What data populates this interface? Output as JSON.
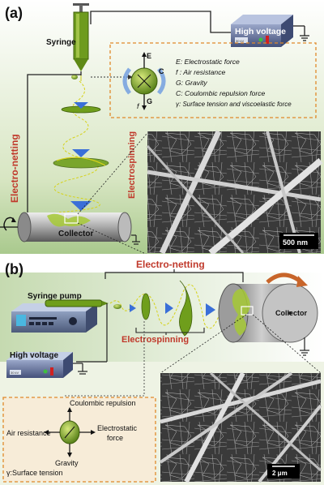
{
  "panel_a": {
    "tag": "(a)",
    "syringe": "Syringe",
    "high_voltage": "High voltage",
    "hv_device_text": "30 kV",
    "side_label_netting": "Electro-netting",
    "side_label_spinning": "Electrospinning",
    "collector": "Collector",
    "force_letters": {
      "e": "E",
      "c": "C",
      "g": "G",
      "f": "f"
    },
    "legend": [
      "E: Electrostatic force",
      "f : Air resistance",
      "G: Gravity",
      "C: Coulombic repulsion force",
      "γ: Surface tension and viscoelastic force"
    ],
    "scale_bar": "500 nm"
  },
  "panel_b": {
    "tag": "(b)",
    "syringe_pump": "Syringe pump",
    "electro_netting": "Electro-netting",
    "electrospinning": "Electrospinning",
    "high_voltage": "High voltage",
    "hv_device_text": "30 kV",
    "collector": "Collector",
    "forces": {
      "coulombic": "Coulombic repulsion",
      "air": "Air resistance",
      "electrostatic_1": "Electrostatic",
      "electrostatic_2": "force",
      "gravity": "Gravity",
      "surface": "γ:Surface tension"
    },
    "scale_bar": "2 μm"
  },
  "colors": {
    "accent_red": "#c0392b",
    "dashed_orange": "#e0892a",
    "drop_green": "#6f9e1c",
    "fiber_yellow": "#d6d21a"
  }
}
